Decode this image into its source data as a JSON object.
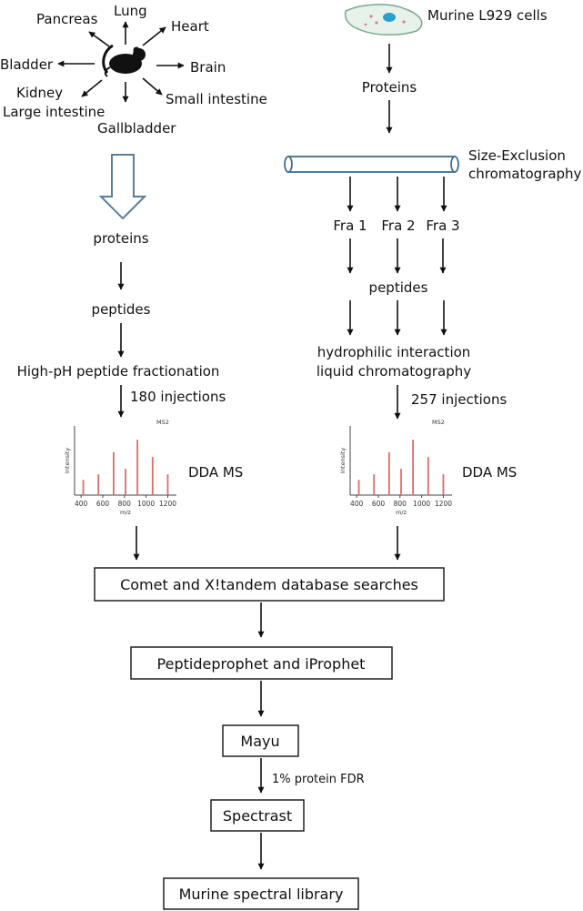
{
  "left": {
    "organs": {
      "pancreas": "Pancreas",
      "lung": "Lung",
      "heart": "Heart",
      "bladder": "Bladder",
      "brain": "Brain",
      "kidney": "Kidney",
      "large_intestine": "Large intestine",
      "small_intestine": "Small intestine",
      "gallbladder": "Gallbladder"
    },
    "proteins": "proteins",
    "peptides": "peptides",
    "fractionation": "High-pH peptide fractionation",
    "injections": "180 injections",
    "ms_label": "DDA MS",
    "spectrum": {
      "title": "MS2",
      "ylabel": "Intensity",
      "xlabel": "m/z",
      "ticks": [
        "400",
        "600",
        "800",
        "1000",
        "1200"
      ],
      "peaks": [
        {
          "mz": 420,
          "h": 0.22
        },
        {
          "mz": 560,
          "h": 0.3
        },
        {
          "mz": 700,
          "h": 0.62
        },
        {
          "mz": 810,
          "h": 0.38
        },
        {
          "mz": 920,
          "h": 0.8
        },
        {
          "mz": 1060,
          "h": 0.55
        },
        {
          "mz": 1200,
          "h": 0.3
        }
      ]
    }
  },
  "right": {
    "cells": "Murine L929 cells",
    "proteins": "Proteins",
    "sec_line1": "Size-Exclusion",
    "sec_line2": "chromatography",
    "fractions": [
      "Fra 1",
      "Fra 2",
      "Fra 3"
    ],
    "peptides": "peptides",
    "hilic_line1": "hydrophilic interaction",
    "hilic_line2": "liquid chromatography",
    "injections": "257 injections",
    "ms_label": "DDA MS",
    "spectrum": {
      "title": "MS2",
      "ylabel": "Intensity",
      "xlabel": "m/z",
      "ticks": [
        "400",
        "600",
        "800",
        "1000",
        "1200"
      ],
      "peaks": [
        {
          "mz": 420,
          "h": 0.22
        },
        {
          "mz": 560,
          "h": 0.3
        },
        {
          "mz": 700,
          "h": 0.62
        },
        {
          "mz": 810,
          "h": 0.38
        },
        {
          "mz": 920,
          "h": 0.8
        },
        {
          "mz": 1060,
          "h": 0.55
        },
        {
          "mz": 1200,
          "h": 0.3
        }
      ]
    }
  },
  "pipeline": {
    "search": "Comet and X!tandem database searches",
    "prophet": "Peptideprophet and iProphet",
    "mayu": "Mayu",
    "fdr": "1% protein FDR",
    "spectrast": "Spectrast",
    "library": "Murine spectral library"
  },
  "colors": {
    "peak": "#e06a6a",
    "block_arrow": "#5a7d9a",
    "column_stroke": "#3f6d8f",
    "cell_fill": "#e6f2ea",
    "nucleus": "#2a9fd0",
    "text": "#111111"
  }
}
